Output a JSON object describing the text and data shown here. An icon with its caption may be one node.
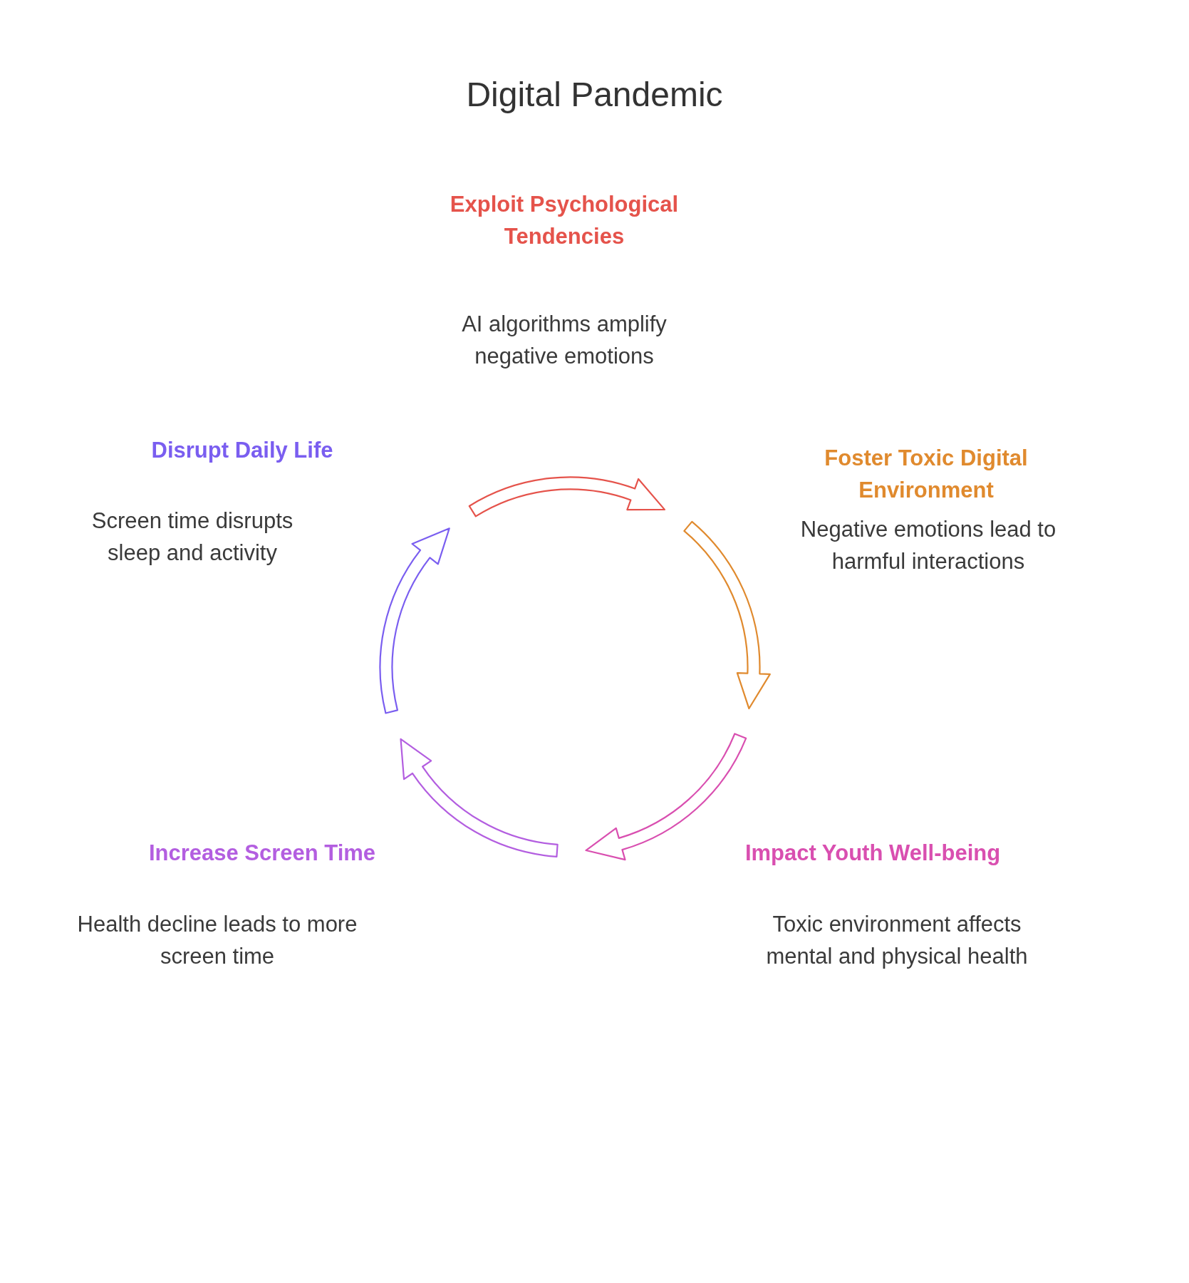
{
  "diagram": {
    "title": "Digital Pandemic",
    "nodes": [
      {
        "text": [
          "Exploit Psychological Tendencies",
          "AI algorithms amplify negative emotions"
        ]
      },
      {
        "text": [
          "Foster Toxic Digital Environment",
          "Negative emotions lead to harmful interactions"
        ]
      },
      {
        "text": [
          "Impact Youth Well-being",
          "Toxic environment affects mental and physical health"
        ]
      },
      {
        "text": [
          "Increase Screen Time",
          "Health decline leads to more screen time"
        ]
      },
      {
        "text": [
          "Disrupt Daily Life",
          "Screen time disrupts sleep and activity"
        ]
      }
    ]
  }
}
